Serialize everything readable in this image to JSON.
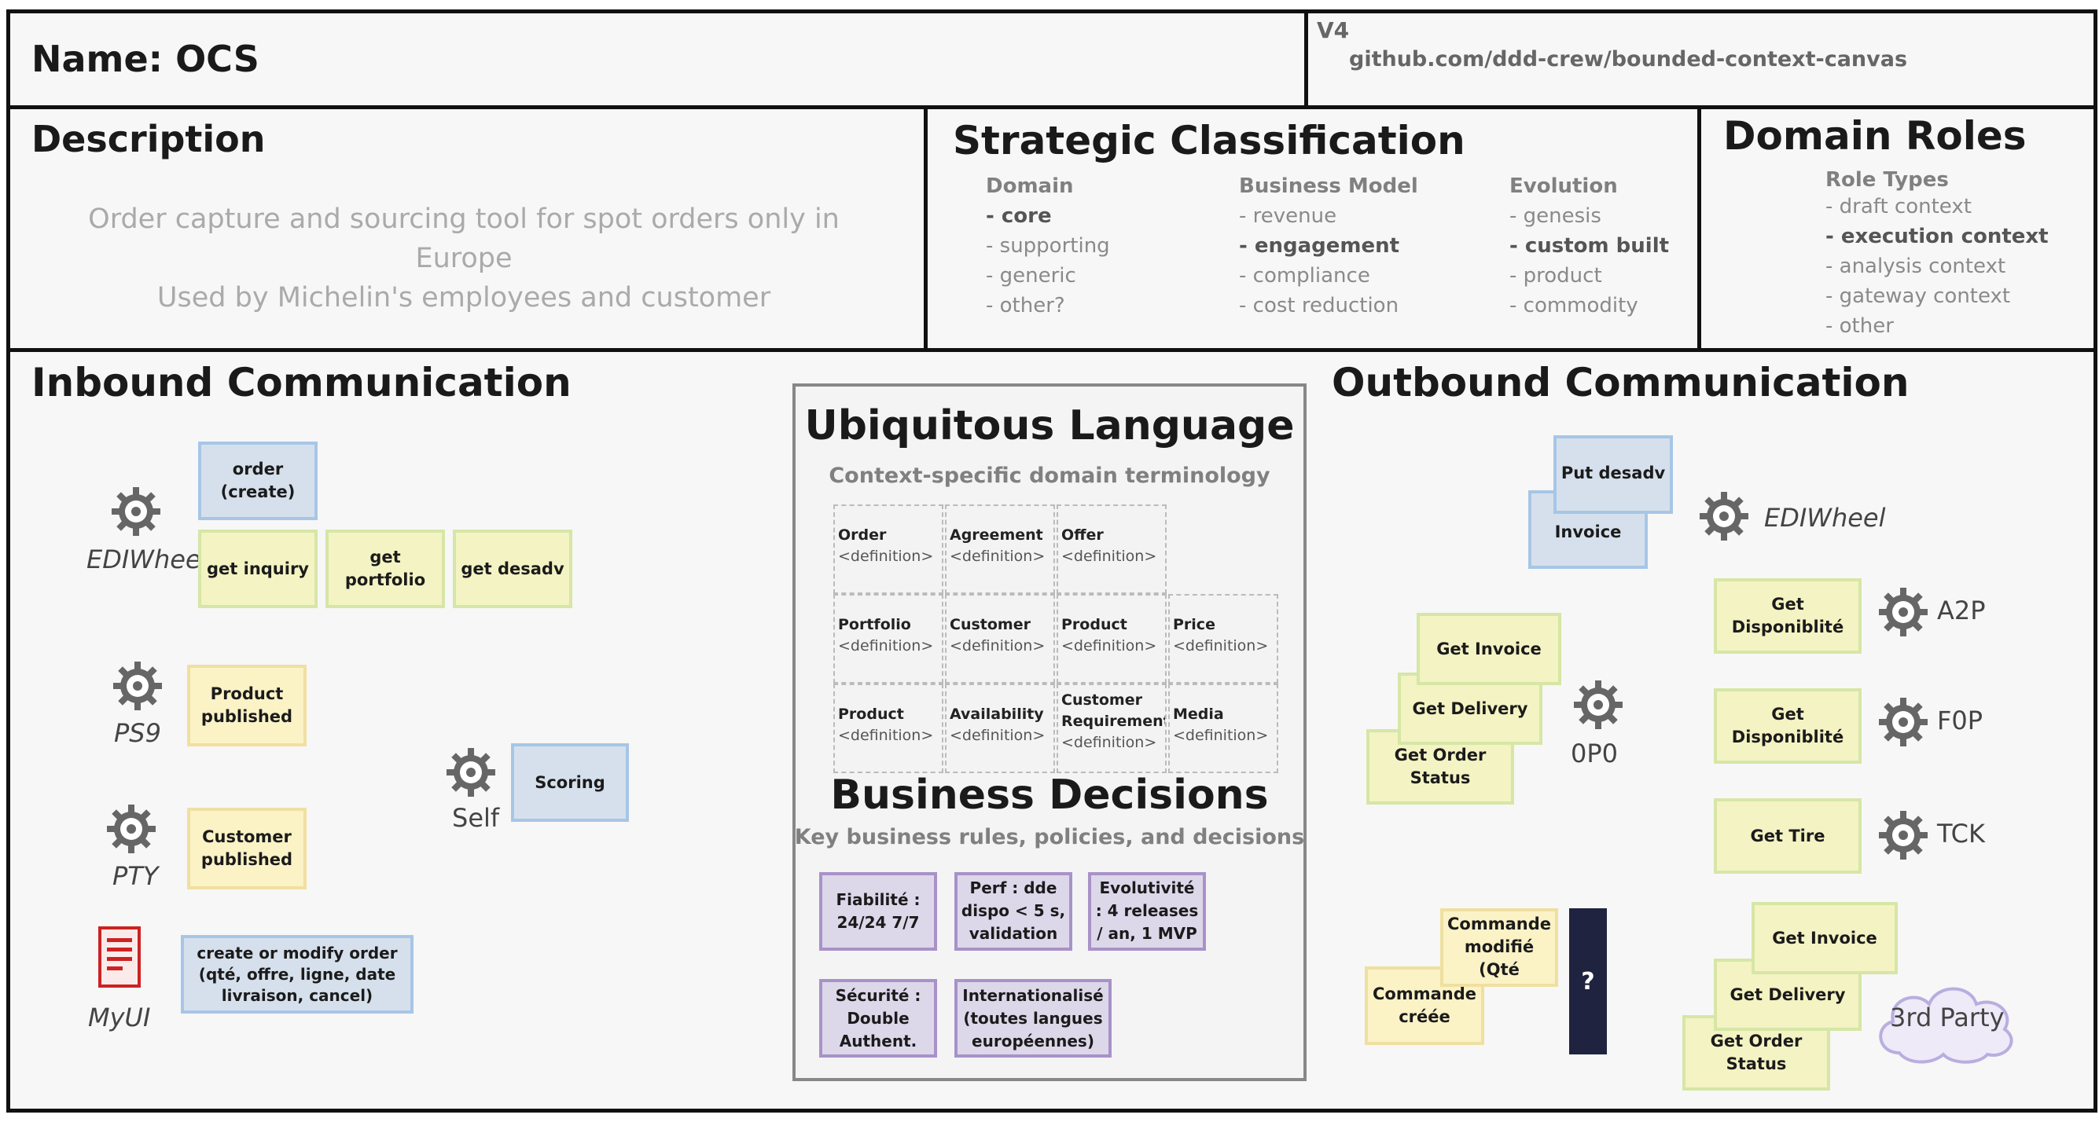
{
  "header": {
    "name": "Name: OCS",
    "version": "V4",
    "link": "github.com/ddd-crew/bounded-context-canvas"
  },
  "description": {
    "title": "Description",
    "line1": "Order capture and sourcing tool for spot orders only in",
    "line2": "Europe",
    "line3": "Used by Michelin's employees and customer"
  },
  "strategic": {
    "title": "Strategic Classification",
    "domain": {
      "heading": "Domain",
      "items": [
        "- core",
        "- supporting",
        "- generic",
        "- other?"
      ]
    },
    "business_model": {
      "heading": "Business Model",
      "items": [
        "- revenue",
        "- engagement",
        "- compliance",
        "- cost reduction"
      ]
    },
    "evolution": {
      "heading": "Evolution",
      "items": [
        "- genesis",
        "- custom built",
        "- product",
        "- commodity"
      ]
    }
  },
  "domain_roles": {
    "title": "Domain Roles",
    "heading": "Role Types",
    "items": [
      "- draft context",
      "- execution context",
      "- analysis context",
      "- gateway context",
      "- other"
    ]
  },
  "inbound": {
    "title": "Inbound Communication",
    "actors": [
      "EDIWheel",
      "PS9",
      "PTY",
      "Self",
      "MyUI"
    ],
    "stickies": {
      "order_create": "order (create)",
      "get_inquiry": "get inquiry",
      "get_portfolio": "get portfolio",
      "get_desadv": "get desadv",
      "product_published": "Product published",
      "customer_published": "Customer published",
      "scoring": "Scoring",
      "create_modify": "create or modify order (qté, offre, ligne, date livraison, cancel)"
    }
  },
  "ubiquitous": {
    "title": "Ubiquitous Language",
    "subtitle": "Context-specific domain terminology",
    "terms": [
      {
        "term": "Order",
        "def": "<definition>"
      },
      {
        "term": "Agreement",
        "def": "<definition>"
      },
      {
        "term": "Offer",
        "def": "<definition>"
      },
      {
        "term": "Portfolio",
        "def": "<definition>"
      },
      {
        "term": "Customer",
        "def": "<definition>"
      },
      {
        "term": "Product",
        "def": "<definition>"
      },
      {
        "term": "Price",
        "def": "<definition>"
      },
      {
        "term": "Product",
        "def": "<definition>"
      },
      {
        "term": "Availability",
        "def": "<definition>"
      },
      {
        "term": "Customer Requirements",
        "def": "<definition>"
      },
      {
        "term": "Media",
        "def": "<definition>"
      }
    ]
  },
  "business_decisions": {
    "title": "Business Decisions",
    "subtitle": "Key business rules, policies, and decisions",
    "items": [
      "Fiabilité : 24/24 7/7",
      "Perf : dde dispo < 5 s, validation",
      "Evolutivité : 4 releases / an, 1 MVP",
      "Sécurité : Double Authent.",
      "Internationalisé (toutes langues européennes)"
    ]
  },
  "outbound": {
    "title": "Outbound Communication",
    "actors": [
      "EDIWheel",
      "A2P",
      "F0P",
      "TCK",
      "0P0",
      "3rd Party"
    ],
    "stickies": {
      "put_desadv": "Put desadv",
      "invoice": "Invoice",
      "get_dispo_1": "Get Disponiblité",
      "get_dispo_2": "Get Disponiblité",
      "get_tire": "Get Tire",
      "get_invoice_1": "Get Invoice",
      "get_delivery_1": "Get Delivery",
      "get_order_status_1": "Get Order Status",
      "commande_modifie": "Commande modifié (Qté modifiée",
      "commande_creee": "Commande créée",
      "question": "?",
      "get_invoice_2": "Get Invoice",
      "get_delivery_2": "Get Delivery",
      "get_order_status_2": "Get Order Status"
    }
  },
  "colors": {
    "blue_sticky": "#d6e0ec",
    "yellow_sticky": "#f4f3c3",
    "purple_sticky": "#ddd7ea",
    "navy_sticky": "#1f2340"
  }
}
